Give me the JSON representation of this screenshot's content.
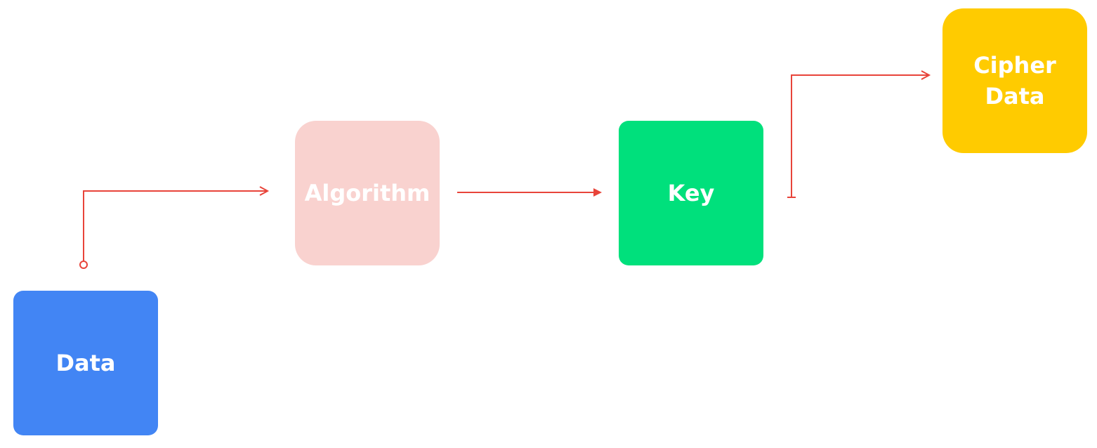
{
  "colors": {
    "connector": "#E8443A",
    "data_node": "#4285F4",
    "algorithm_node": "#F9D2CF",
    "key_node": "#00E07C",
    "cipher_node": "#FFCB00",
    "node_text": "#FFFFFF"
  },
  "nodes": {
    "data": {
      "label": "Data"
    },
    "algorithm": {
      "label": "Algorithm"
    },
    "key": {
      "label": "Key"
    },
    "cipher": {
      "label": "Cipher\nData"
    }
  },
  "edges": [
    {
      "from": "Data",
      "to": "Algorithm"
    },
    {
      "from": "Algorithm",
      "to": "Key"
    },
    {
      "from": "Key",
      "to": "Cipher Data"
    }
  ]
}
